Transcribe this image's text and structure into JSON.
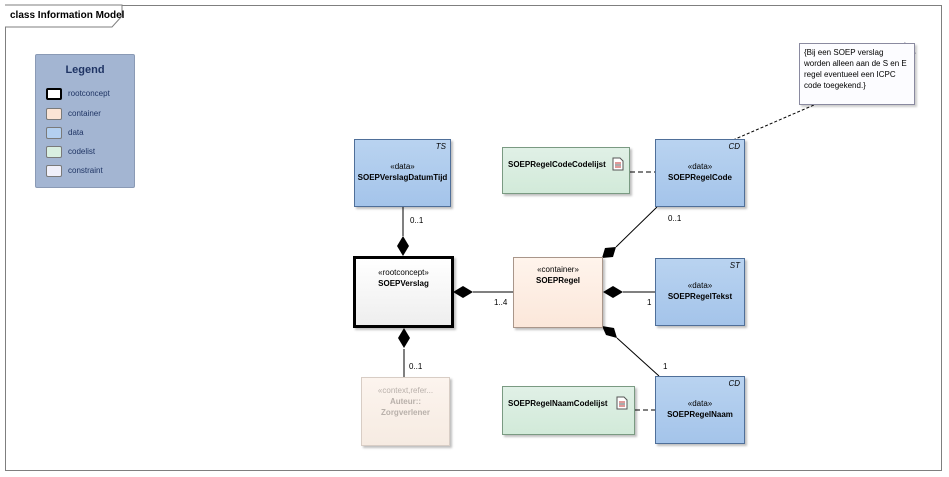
{
  "frame": {
    "title": "class Information Model"
  },
  "legend": {
    "title": "Legend",
    "items": [
      {
        "label": "rootconcept",
        "color": "#ffffff"
      },
      {
        "label": "container",
        "color": "#fbe4d5"
      },
      {
        "label": "data",
        "color": "#b4d0f0"
      },
      {
        "label": "codelist",
        "color": "#d9efe1"
      },
      {
        "label": "constraint",
        "color": "#f0f0fa"
      }
    ]
  },
  "elements": {
    "soep_verslag_datum_tijd": {
      "stereotype": "«data»",
      "name": "SOEPVerslagDatumTijd",
      "tag": "TS"
    },
    "soep_verslag": {
      "stereotype": "«rootconcept»",
      "name": "SOEPVerslag"
    },
    "auteur": {
      "stereotype": "«context,refer...",
      "name_line1": "Auteur::",
      "name_line2": "Zorgverlener"
    },
    "soep_regel": {
      "stereotype": "«container»",
      "name": "SOEPRegel"
    },
    "soep_regel_code_codelijst": {
      "name": "SOEPRegelCodeCodelijst"
    },
    "soep_regel_code": {
      "stereotype": "«data»",
      "name": "SOEPRegelCode",
      "tag": "CD"
    },
    "soep_regel_tekst": {
      "stereotype": "«data»",
      "name": "SOEPRegelTekst",
      "tag": "ST"
    },
    "soep_regel_naam_codelijst": {
      "name": "SOEPRegelNaamCodelijst"
    },
    "soep_regel_naam": {
      "stereotype": "«data»",
      "name": "SOEPRegelNaam",
      "tag": "CD"
    }
  },
  "multiplicities": {
    "datum_tijd": "0..1",
    "auteur": "0..1",
    "soep_regel": "1..4",
    "regel_code": "0..1",
    "regel_tekst": "1",
    "regel_naam": "1"
  },
  "note": {
    "line1": "{Bij een SOEP verslag",
    "line2": "worden alleen aan de S en E",
    "line3": "regel eventueel een ICPC",
    "line4": "code toegekend.}"
  }
}
